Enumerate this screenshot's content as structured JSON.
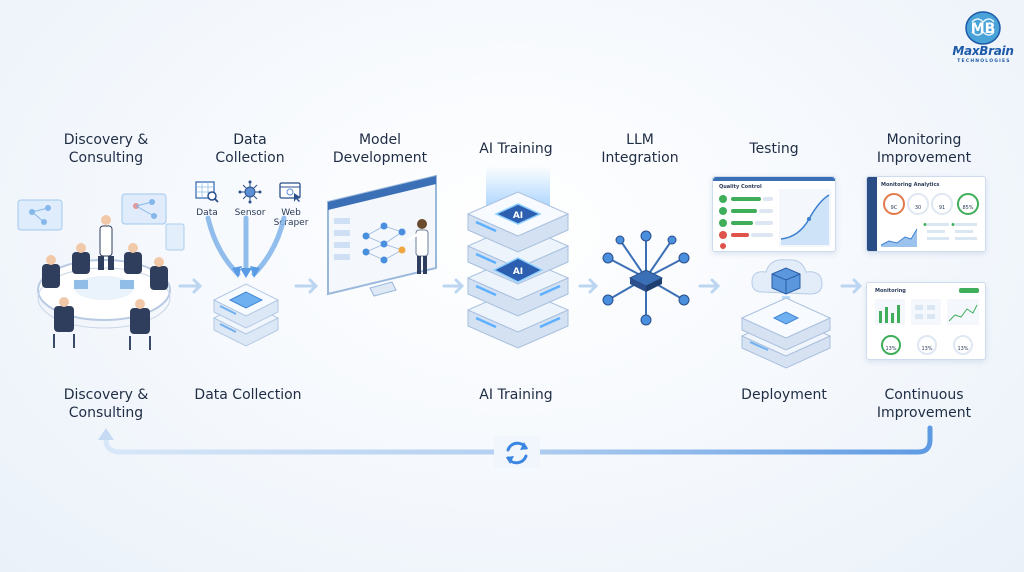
{
  "brand": {
    "name": "MaxBrain",
    "sub": "TECHNOLOGIES",
    "logo_letters": "MB",
    "color": "#1d5aa8"
  },
  "steps_top": [
    "Discovery &\nConsulting",
    "Data\nCollection",
    "Model\nDevelopment",
    "AI Training",
    "LLM\nIntegration",
    "Testing",
    "Monitoring\nImprovement"
  ],
  "steps_bottom": [
    "Discovery &\nConsulting",
    "Data Collection",
    "AI Training",
    "Deployment",
    "Continuous\nImprovement"
  ],
  "data_sources": [
    "Data",
    "Sensor",
    "Web Scraper"
  ],
  "chip_label": "AI",
  "testing_panel": {
    "title": "Quality Control"
  },
  "monitor_top": {
    "title": "Monitoring Analytics",
    "stats": [
      "9C",
      "30",
      "91",
      "85%"
    ]
  },
  "monitor_bottom": {
    "title": "Monitoring",
    "stats": [
      "13%",
      "13%",
      "13%"
    ]
  },
  "colors": {
    "accent": "#4a90e2",
    "arrow": "#9cc3ee",
    "text": "#1f2d44"
  }
}
